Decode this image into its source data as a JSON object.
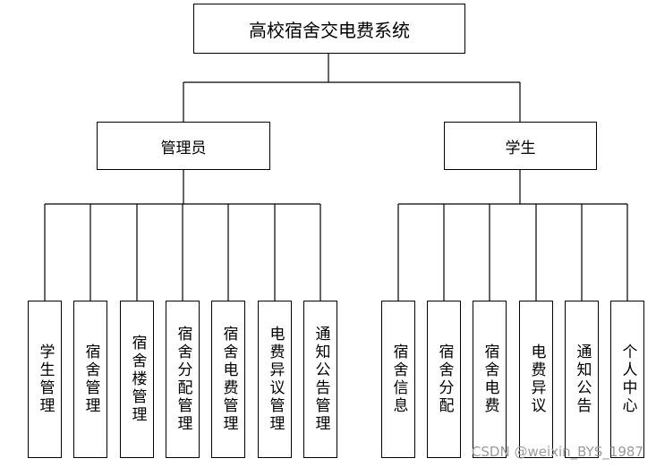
{
  "root": {
    "label": "高校宿舍交电费系统"
  },
  "groups": [
    {
      "label": "管理员",
      "children": [
        "学生管理",
        "宿舍管理",
        "宿舍楼管理",
        "宿舍分配管理",
        "宿舍电费管理",
        "电费异议管理",
        "通知公告管理"
      ]
    },
    {
      "label": "学生",
      "children": [
        "宿舍信息",
        "宿舍分配",
        "宿舍电费",
        "电费异议",
        "通知公告",
        "个人中心"
      ]
    }
  ],
  "watermark": "CSDN @weixin_BYS_1987"
}
